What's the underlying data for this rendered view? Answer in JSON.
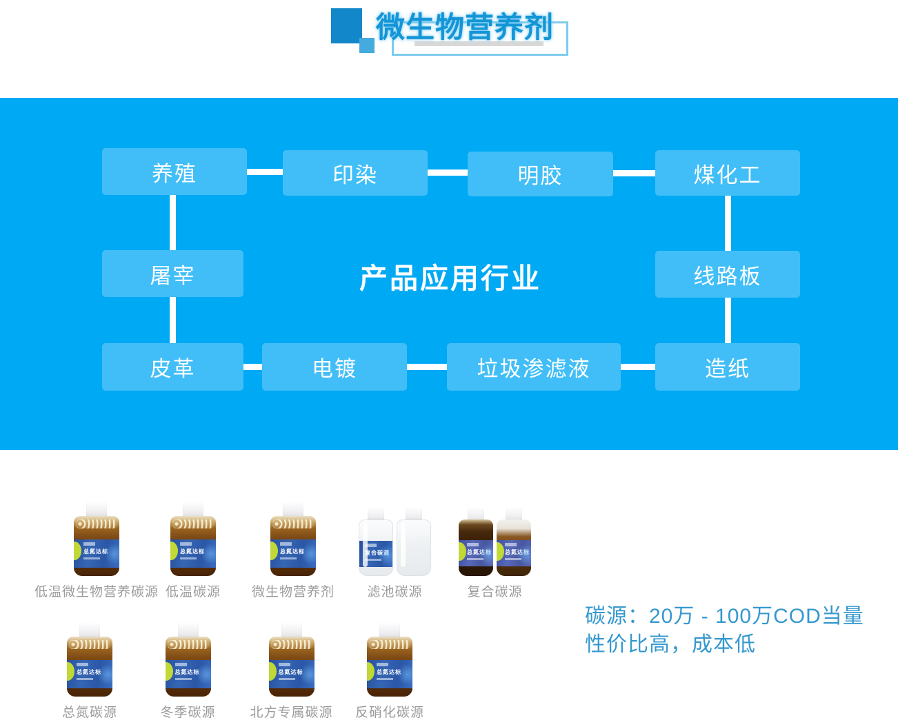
{
  "header": {
    "title": "微生物营养剂"
  },
  "flowchart": {
    "center_title": "产品应用行业",
    "row1": [
      "养殖",
      "印染",
      "明胶",
      "煤化工"
    ],
    "row2_left": "屠宰",
    "row2_right": "线路板",
    "row3": [
      "皮革",
      "电镀",
      "垃圾渗滤液",
      "造纸"
    ]
  },
  "products": {
    "row1": [
      {
        "name": "低温微生物营养碳源",
        "bottle_label": "总氮达标"
      },
      {
        "name": "低温碳源",
        "bottle_label": "总氮达标"
      },
      {
        "name": "微生物营养剂",
        "bottle_label": "总氮达标"
      },
      {
        "name": "滤池碳源",
        "bottle_label": "复合碳源"
      },
      {
        "name": "复合碳源",
        "bottle_label": "总氮达标"
      }
    ],
    "row2": [
      {
        "name": "总氮碳源",
        "bottle_label": "总氮达标"
      },
      {
        "name": "冬季碳源",
        "bottle_label": "总氮达标"
      },
      {
        "name": "北方专属碳源",
        "bottle_label": "总氮达标"
      },
      {
        "name": "反硝化碳源",
        "bottle_label": "总氮达标"
      }
    ]
  },
  "callout": {
    "line1": "碳源：20万 - 100万COD当量",
    "line2": "性价比高，成本低"
  },
  "colors": {
    "panel_bg": "#00a9f4",
    "box_bg": "#41bef7",
    "title_blue": "#1495d6",
    "callout_blue": "#3598ce",
    "product_label_gray": "#9b9b9b",
    "bottle_label_blue": "#3566b4",
    "lime_accent": "#c2d836"
  }
}
